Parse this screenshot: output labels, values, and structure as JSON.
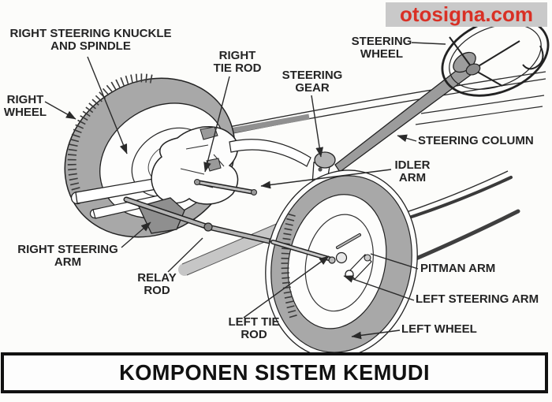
{
  "watermark": {
    "text": "otosigna.com",
    "bg_color": "#c9c9c9",
    "text_color": "#d93025"
  },
  "title": {
    "text": "KOMPONEN SISTEM KEMUDI"
  },
  "diagram": {
    "description": "Labeled line drawing of an automotive parallelogram steering system with two wheels, steering wheel, column and linkage",
    "ink_color": "#222222",
    "tire_color": "#a8a8a8",
    "labels": {
      "right_steering_knuckle": "RIGHT STEERING KNUCKLE\nAND SPINDLE",
      "right_wheel": "RIGHT\nWHEEL",
      "right_tie_rod": "RIGHT\nTIE ROD",
      "steering_gear": "STEERING\nGEAR",
      "steering_wheel": "STEERING\nWHEEL",
      "steering_column": "STEERING COLUMN",
      "idler_arm": "IDLER\nARM",
      "right_steering_arm": "RIGHT STEERING\nARM",
      "relay_rod": "RELAY\nROD",
      "pitman_arm": "PITMAN ARM",
      "left_steering_arm": "LEFT STEERING ARM",
      "left_wheel": "LEFT WHEEL",
      "left_tie_rod": "LEFT TIE\nROD"
    }
  }
}
